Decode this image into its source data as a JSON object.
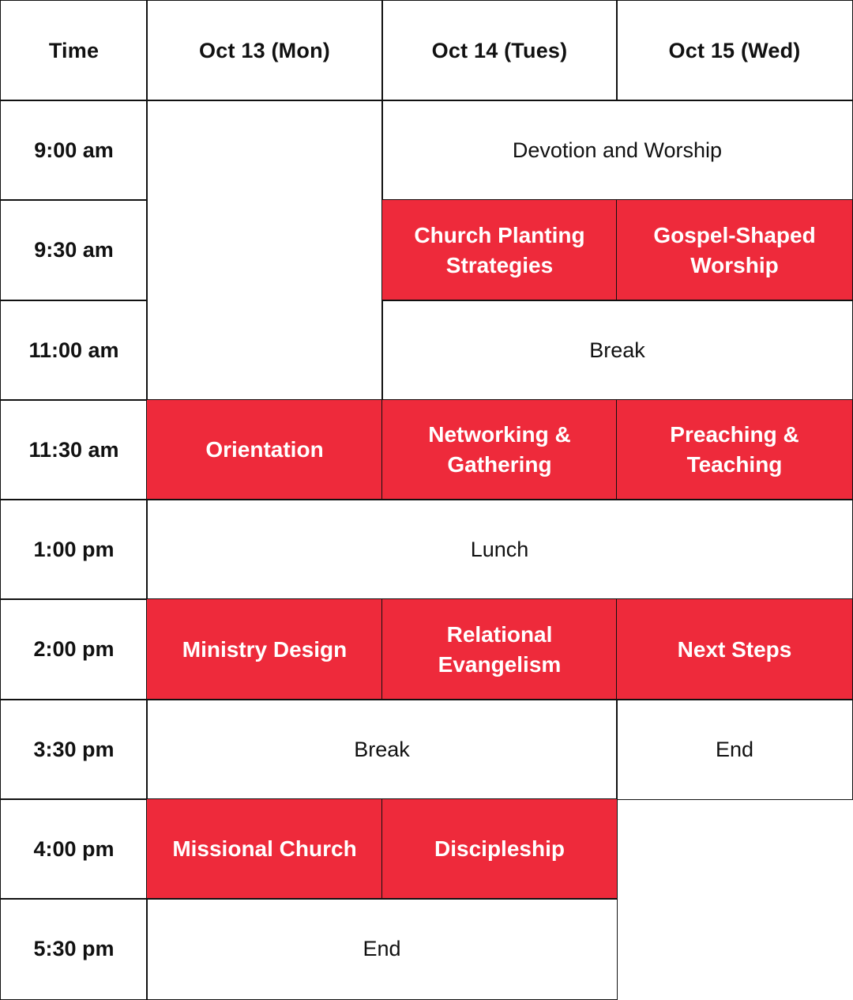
{
  "header": {
    "time": "Time",
    "mon": "Oct 13 (Mon)",
    "tue": "Oct 14 (Tues)",
    "wed": "Oct 15 (Wed)"
  },
  "times": [
    "9:00 am",
    "9:30 am",
    "11:00 am",
    "11:30 am",
    "1:00 pm",
    "2:00 pm",
    "3:30 pm",
    "4:00 pm",
    "5:30 pm"
  ],
  "events": {
    "devotion": "Devotion and Worship",
    "church_planting": "Church Planting\nStrategies",
    "gospel_worship": "Gospel-Shaped\nWorship",
    "break_morning": "Break",
    "orientation": "Orientation",
    "networking": "Networking &\nGathering",
    "preaching": "Preaching & Teaching",
    "lunch": "Lunch",
    "ministry_design": "Ministry Design",
    "evangelism": "Relational Evangelism",
    "next_steps": "Next Steps",
    "break_afternoon": "Break",
    "end_wed": "End",
    "missional": "Missional Church",
    "discipleship": "Discipleship",
    "end_final": "End"
  },
  "colors": {
    "session": "#ee2a3b",
    "border": "#111111",
    "session_text": "#ffffff"
  }
}
